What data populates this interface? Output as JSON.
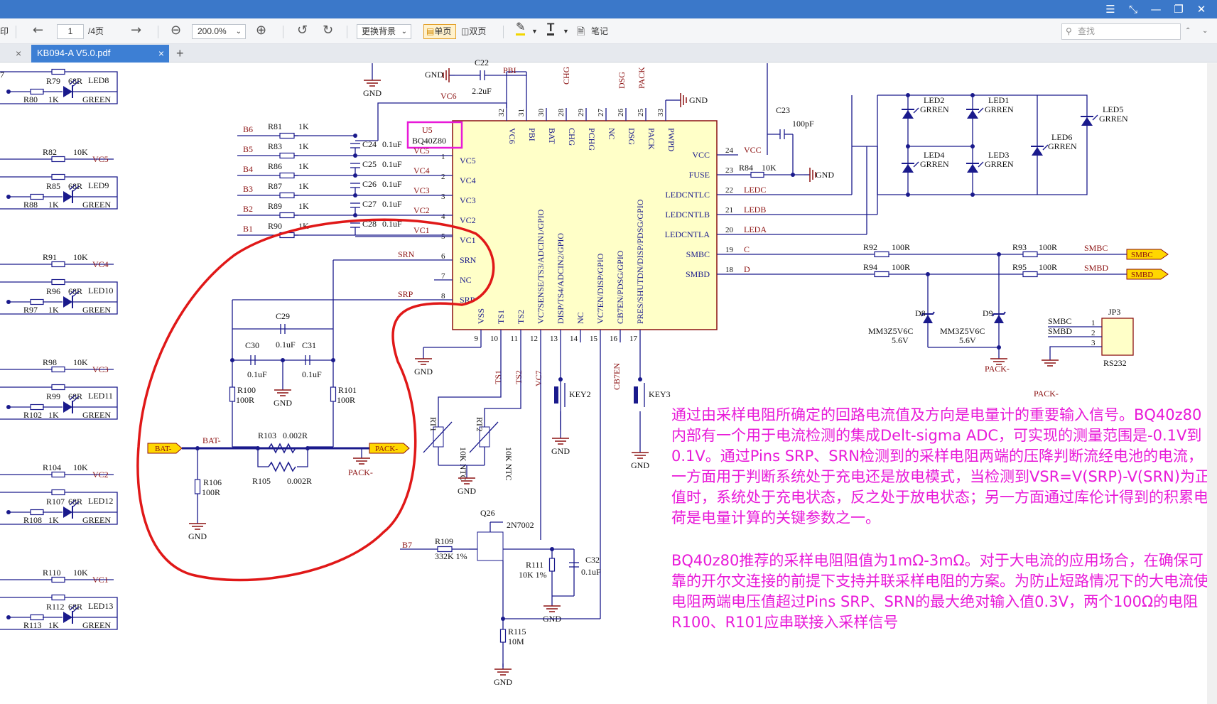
{
  "titlebar": {
    "buttons": [
      "☰",
      "⤡",
      "—",
      "❐",
      "✕"
    ]
  },
  "toolbar": {
    "print_label": "印",
    "page_current": "1",
    "page_total": "/4页",
    "zoom": "200.0%",
    "bg_label": "更换背景",
    "single_label": "单页",
    "double_label": "双页",
    "note_label": "笔记",
    "search_placeholder": "查找"
  },
  "tabs": {
    "file_name": "KB094-A V5.0.pdf",
    "close": "×",
    "new": "+"
  },
  "schematic": {
    "chip_ref": "U5",
    "chip_name": "BQ40Z80",
    "top_pins": [
      "VC6",
      "PBI",
      "BAT",
      "CHG",
      "PCHG",
      "NC",
      "DSG",
      "PACK",
      "PWPD"
    ],
    "top_pin_nums": [
      "32",
      "31",
      "30",
      "28",
      "29",
      "27",
      "26",
      "25",
      "33"
    ],
    "left_pins": [
      "VC5",
      "VC4",
      "VC3",
      "VC2",
      "VC1",
      "SRN",
      "NC",
      "SRP"
    ],
    "left_pin_nums": [
      "1",
      "2",
      "3",
      "4",
      "5",
      "6",
      "7",
      "8"
    ],
    "right_pins": [
      "VCC",
      "FUSE",
      "LEDCNTLC",
      "LEDCNTLB",
      "LEDCNTLA",
      "SMBC",
      "SMBD"
    ],
    "right_pin_nums": [
      "24",
      "23",
      "22",
      "21",
      "20",
      "19",
      "18"
    ],
    "right_nets": [
      "VCC",
      "",
      "LEDC",
      "LEDB",
      "LEDA",
      "C",
      "D"
    ],
    "bottom_pins": [
      "VSS",
      "TS1",
      "TS2",
      "VC7SENSE/TS3/ADCIN1/GPIO",
      "DISP/TS4/ADCIN2/GPIO",
      "NC",
      "VC7EN/DISP/GPIO",
      "CB7EN/PDSG/GPIO",
      "PRES/SHUTDN/DISP/PDSG/GPIO"
    ],
    "bottom_pin_nums": [
      "9",
      "10",
      "11",
      "12",
      "13",
      "14",
      "15",
      "16",
      "17"
    ],
    "cells": [
      "B6",
      "B5",
      "B4",
      "B3",
      "B2",
      "B1"
    ],
    "cell_resistors": [
      "R81",
      "R83",
      "R86",
      "R87",
      "R89",
      "R90"
    ],
    "cell_caps": [
      "C24",
      "C25",
      "C26",
      "C27",
      "C28"
    ],
    "cell_nets": [
      "VC5",
      "VC4",
      "VC3",
      "VC2",
      "VC1"
    ],
    "led_blocks": [
      {
        "r_top": "R79",
        "r_top_val": "68R",
        "led": "LED8",
        "r_bot": "R80",
        "r_bot_val": "1K",
        "color": "GREEN",
        "r_net": "",
        "r_net_val": "",
        "net": ""
      },
      {
        "r_top": "R85",
        "r_top_val": "68R",
        "led": "LED9",
        "r_bot": "R88",
        "r_bot_val": "1K",
        "color": "GREEN",
        "r_net": "R82",
        "r_net_val": "10K",
        "net": "VC5"
      },
      {
        "r_top": "R96",
        "r_top_val": "68R",
        "led": "LED10",
        "r_bot": "R97",
        "r_bot_val": "1K",
        "color": "GREEN",
        "r_net": "R91",
        "r_net_val": "10K",
        "net": "VC4"
      },
      {
        "r_top": "R99",
        "r_top_val": "68R",
        "led": "LED11",
        "r_bot": "R102",
        "r_bot_val": "1K",
        "color": "GREEN",
        "r_net": "R98",
        "r_net_val": "10K",
        "net": "VC3"
      },
      {
        "r_top": "R107",
        "r_top_val": "68R",
        "led": "LED12",
        "r_bot": "R108",
        "r_bot_val": "1K",
        "color": "GREEN",
        "r_net": "R104",
        "r_net_val": "10K",
        "net": "VC2"
      },
      {
        "r_top": "R112",
        "r_top_val": "68R",
        "led": "LED13",
        "r_bot": "R113",
        "r_bot_val": "1K",
        "color": "GREEN",
        "r_net": "R110",
        "r_net_val": "10K",
        "net": "VC1"
      }
    ],
    "labels": {
      "gnd": "GND",
      "c22": "C22",
      "c22_val": "2.2uF",
      "pbi": "PBI",
      "chg": "CHG",
      "dsg": "DSG",
      "pack": "PACK",
      "vc6": "VC6",
      "r1k": "1K",
      "c01": "0.1uF",
      "srn": "SRN",
      "srp": "SRP",
      "c29": "C29",
      "c30": "C30",
      "c31": "C31",
      "r100": "R100",
      "r101": "R101",
      "r100r": "100R",
      "r103": "R103",
      "r103_val": "0.002R",
      "r105": "R105",
      "r105_val": "0.002R",
      "bat_minus": "BAT-",
      "pack_minus": "PACK-",
      "r106": "R106",
      "c23": "C23",
      "c23_val": "100pF",
      "r84": "R84",
      "r84_val": "10K",
      "r92": "R92",
      "r94": "R94",
      "r93": "R93",
      "r95": "R95",
      "smbc": "SMBC",
      "smbd": "SMBD",
      "d8": "D8",
      "d9": "D9",
      "zener": "MM3Z5V6C",
      "zener_v": "5.6V",
      "jp3": "JP3",
      "rs232": "RS232",
      "jp_pins": [
        "1",
        "2",
        "3"
      ],
      "key2": "KEY2",
      "key3": "KEY3",
      "ts1": "TS1",
      "ts2": "TS2",
      "vc7": "VC7",
      "cb7en": "CB7EN",
      "rt1": "RT1",
      "rt2": "RT2",
      "ntc": "10K NTC",
      "b7": "B7",
      "r109": "R109",
      "r109_val": "332K 1%",
      "q26": "Q26",
      "q26_type": "2N7002",
      "r111": "R111",
      "r111_val": "10K 1%",
      "c32": "C32",
      "r115": "R115",
      "r115_val": "10M",
      "led1": "LED1",
      "led2": "LED2",
      "led3": "LED3",
      "led4": "LED4",
      "led5": "LED5",
      "led6": "LED6",
      "grren": "GRREN",
      "page_left": "7"
    }
  },
  "notes": {
    "para1": "通过由采样电阻所确定的回路电流值及方向是电量计的重要输入信号。BQ40z80内部有一个用于电流检测的集成Delt-sigma ADC，可实现的测量范围是-0.1V到0.1V。通过Pins SRP、SRN检测到的采样电阻两端的压降判断流经电池的电流，一方面用于判断系统处于充电还是放电模式，当检测到VSR=V(SRP)-V(SRN)为正值时，系统处于充电状态，反之处于放电状态；另一方面通过库伦计得到的积累电荷是电量计算的关键参数之一。",
    "para2": "BQ40z80推荐的采样电阻阻值为1mΩ-3mΩ。对于大电流的应用场合，在确保可靠的开尔文连接的前提下支持并联采样电阻的方案。为防止短路情况下的大电流使电阻两端电压值超过Pins SRP、SRN的最大绝对输入值0.3V，两个100Ω的电阻R100、R101应串联接入采样信号"
  },
  "colors": {
    "wire": "#1a1a8c",
    "label": "#8b1010",
    "pin_text": "#1a1a8c",
    "chip_fill": "#ffffc8",
    "annotation": "#e81ad8",
    "circle": "#e01818"
  }
}
